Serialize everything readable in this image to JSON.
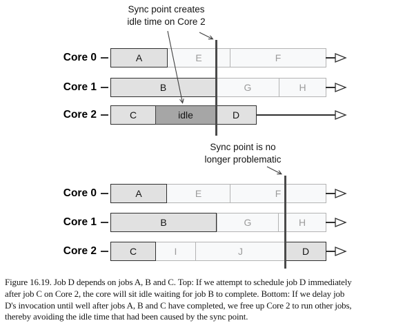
{
  "figure": {
    "top": {
      "annotation": {
        "line1": "Sync point creates",
        "line2": "idle time on Core 2"
      },
      "rows": [
        {
          "label": "Core 0",
          "segments": [
            "A",
            "E",
            "F"
          ]
        },
        {
          "label": "Core 1",
          "segments": [
            "B",
            "G",
            "H"
          ]
        },
        {
          "label": "Core 2",
          "segments": [
            "C",
            "idle",
            "D"
          ]
        }
      ]
    },
    "bottom": {
      "annotation": {
        "line1": "Sync point is no",
        "line2": "longer problematic"
      },
      "rows": [
        {
          "label": "Core 0",
          "segments": [
            "A",
            "E",
            "F"
          ]
        },
        {
          "label": "Core 1",
          "segments": [
            "B",
            "G",
            "H"
          ]
        },
        {
          "label": "Core 2",
          "segments": [
            "C",
            "I",
            "J",
            "D"
          ]
        }
      ]
    },
    "caption": {
      "lines": [
        "Figure 16.19. Job D depends on jobs A, B and C. Top: If we attempt to schedule job D immediately",
        "after job C on Core 2, the core will sit idle waiting for job B to complete. Bottom: If we delay job",
        "D's invocation until well after jobs A, B and C have completed, we free up Core 2 to run other jobs,",
        "thereby avoiding the idle time that had been caused by the sync point."
      ]
    }
  },
  "colors": {
    "completed_job_fill": "#e1e1e1",
    "completed_job_border": "#2e2e2e",
    "future_job_fill": "#f8f9fa",
    "future_job_border": "#b3b3b3",
    "future_job_text": "#9b9b9b",
    "idle_fill": "#a6a6a6",
    "sync_line": "#4a4a4a",
    "text": "#141414"
  }
}
